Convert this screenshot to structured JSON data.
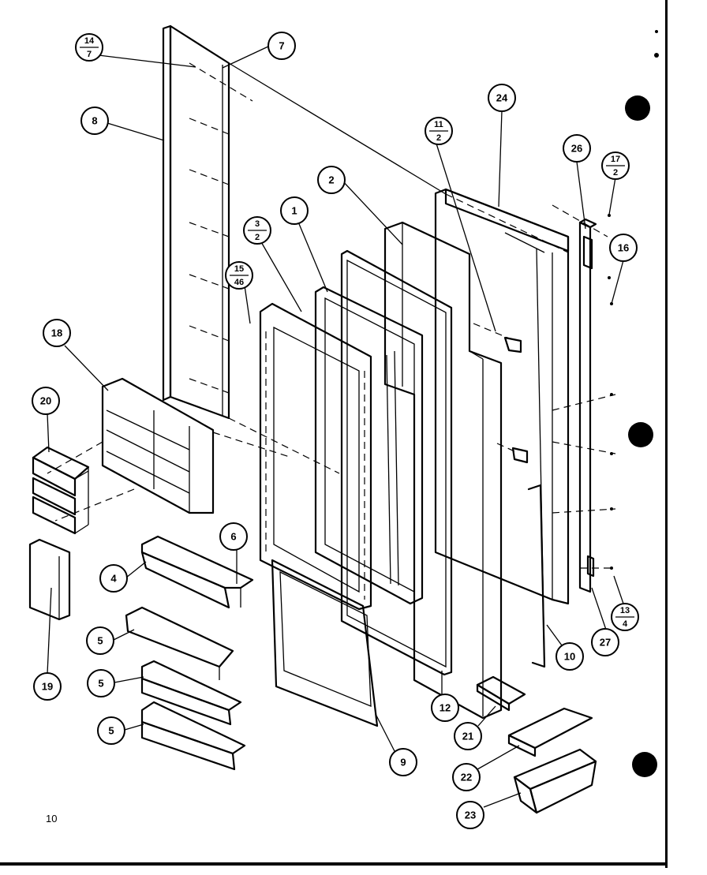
{
  "page_number": "10",
  "callouts": {
    "c1": "1",
    "c2": "2",
    "c4": "4",
    "c5a": "5",
    "c5b": "5",
    "c5c": "5",
    "c6": "6",
    "c7": "7",
    "c8": "8",
    "c9": "9",
    "c10": "10",
    "c12": "12",
    "c16": "16",
    "c18": "18",
    "c19": "19",
    "c20": "20",
    "c21": "21",
    "c22": "22",
    "c23": "23",
    "c24": "24",
    "c26": "26",
    "c27": "27"
  },
  "fraction_callouts": {
    "f14_7": {
      "top": "14",
      "bottom": "7"
    },
    "f3_2": {
      "top": "3",
      "bottom": "2"
    },
    "f15_46": {
      "top": "15",
      "bottom": "46"
    },
    "f11_2": {
      "top": "11",
      "bottom": "2"
    },
    "f17_2": {
      "top": "17",
      "bottom": "2"
    },
    "f13_4": {
      "top": "13",
      "bottom": "4"
    }
  }
}
